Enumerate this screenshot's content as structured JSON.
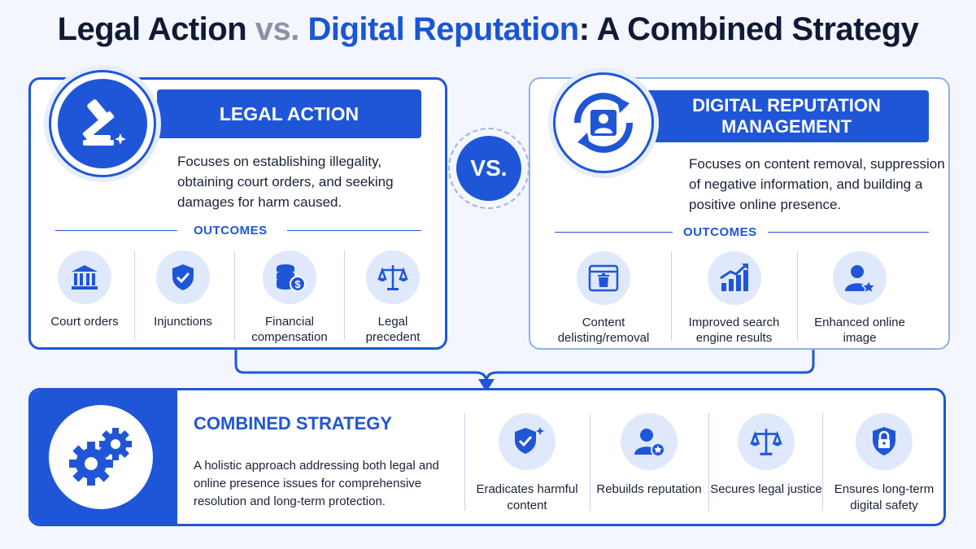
{
  "title": {
    "part1": "Legal Action ",
    "vs": "vs.",
    "part2": " Digital Reputation",
    "part3": ": A Combined Strategy"
  },
  "legal": {
    "heading": "LEGAL ACTION",
    "description": "Focuses on establishing illegality, obtaining court orders, and seeking damages for harm caused.",
    "outcomes_label": "OUTCOMES",
    "outcomes": [
      {
        "icon": "courthouse-icon",
        "label": "Court orders"
      },
      {
        "icon": "shield-check-icon",
        "label": "Injunctions"
      },
      {
        "icon": "coins-dollar-icon",
        "label": "Financial compensation"
      },
      {
        "icon": "scales-icon",
        "label": "Legal precedent"
      }
    ]
  },
  "vs_label": "VS.",
  "drm": {
    "heading": "DIGITAL REPUTATION MANAGEMENT",
    "description": "Focuses on content removal, suppression of negative information, and building a positive online presence.",
    "outcomes_label": "OUTCOMES",
    "outcomes": [
      {
        "icon": "browser-trash-icon",
        "label": "Content delisting/removal"
      },
      {
        "icon": "growth-chart-icon",
        "label": "Improved search engine results"
      },
      {
        "icon": "user-star-icon",
        "label": "Enhanced online image"
      }
    ]
  },
  "combined": {
    "heading": "COMBINED STRATEGY",
    "description": "A holistic approach addressing both legal and online presence issues for comprehensive resolution and long-term protection.",
    "outcomes": [
      {
        "icon": "shield-check-icon",
        "label": "Eradicates harmful content"
      },
      {
        "icon": "user-star-icon",
        "label": "Rebuilds reputation"
      },
      {
        "icon": "scales-icon",
        "label": "Secures legal justice"
      },
      {
        "icon": "shield-lock-icon",
        "label": "Ensures long-term digital safety"
      }
    ]
  },
  "colors": {
    "primary": "#1f56d8",
    "light": "#dfe9fb",
    "text": "#1a2236",
    "muted": "#8a93a6"
  }
}
